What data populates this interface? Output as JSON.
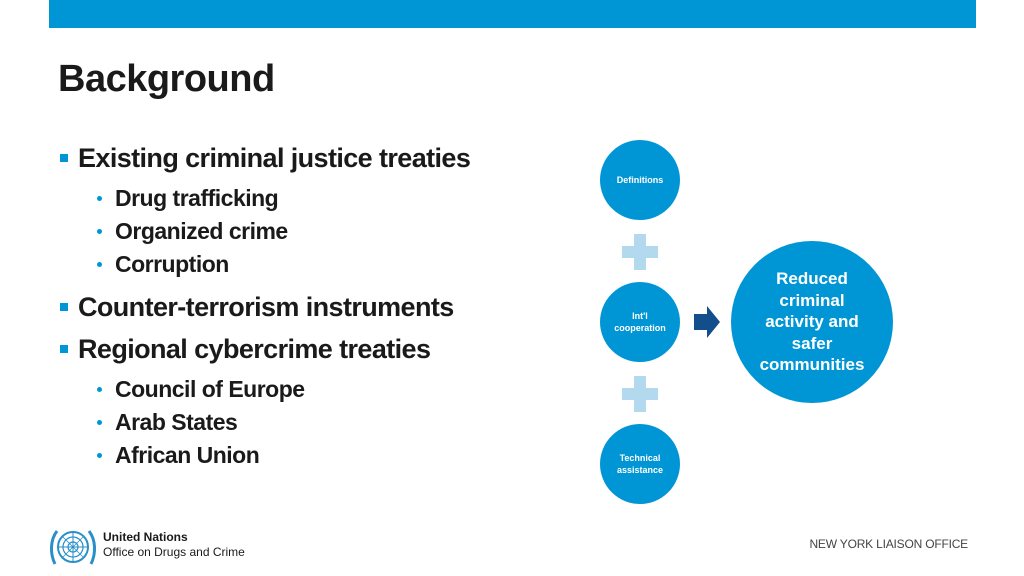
{
  "colors": {
    "accent": "#0096d6",
    "light": "#b3d9ef",
    "arrow": "#124e8c"
  },
  "title": "Background",
  "bullets": [
    {
      "text": "Existing criminal justice treaties",
      "sub": [
        "Drug trafficking",
        "Organized crime",
        "Corruption"
      ]
    },
    {
      "text": "Counter-terrorism instruments",
      "sub": []
    },
    {
      "text": "Regional cybercrime treaties",
      "sub": [
        "Council of Europe",
        "Arab States",
        "African Union"
      ]
    }
  ],
  "diagram": {
    "definitions": "Definitions",
    "intl_line1": "Int'l",
    "intl_line2": "cooperation",
    "technical_line1": "Technical",
    "technical_line2": "assistance",
    "result": [
      "Reduced",
      "criminal",
      "activity and",
      "safer",
      "communities"
    ],
    "plus_icon": "plus-icon",
    "arrow_icon": "arrow-right-icon"
  },
  "footer": {
    "org_line1": "United Nations",
    "org_line2": "Office on Drugs and Crime",
    "office": "NEW YORK LIAISON OFFICE",
    "logo_icon": "un-emblem-icon"
  }
}
